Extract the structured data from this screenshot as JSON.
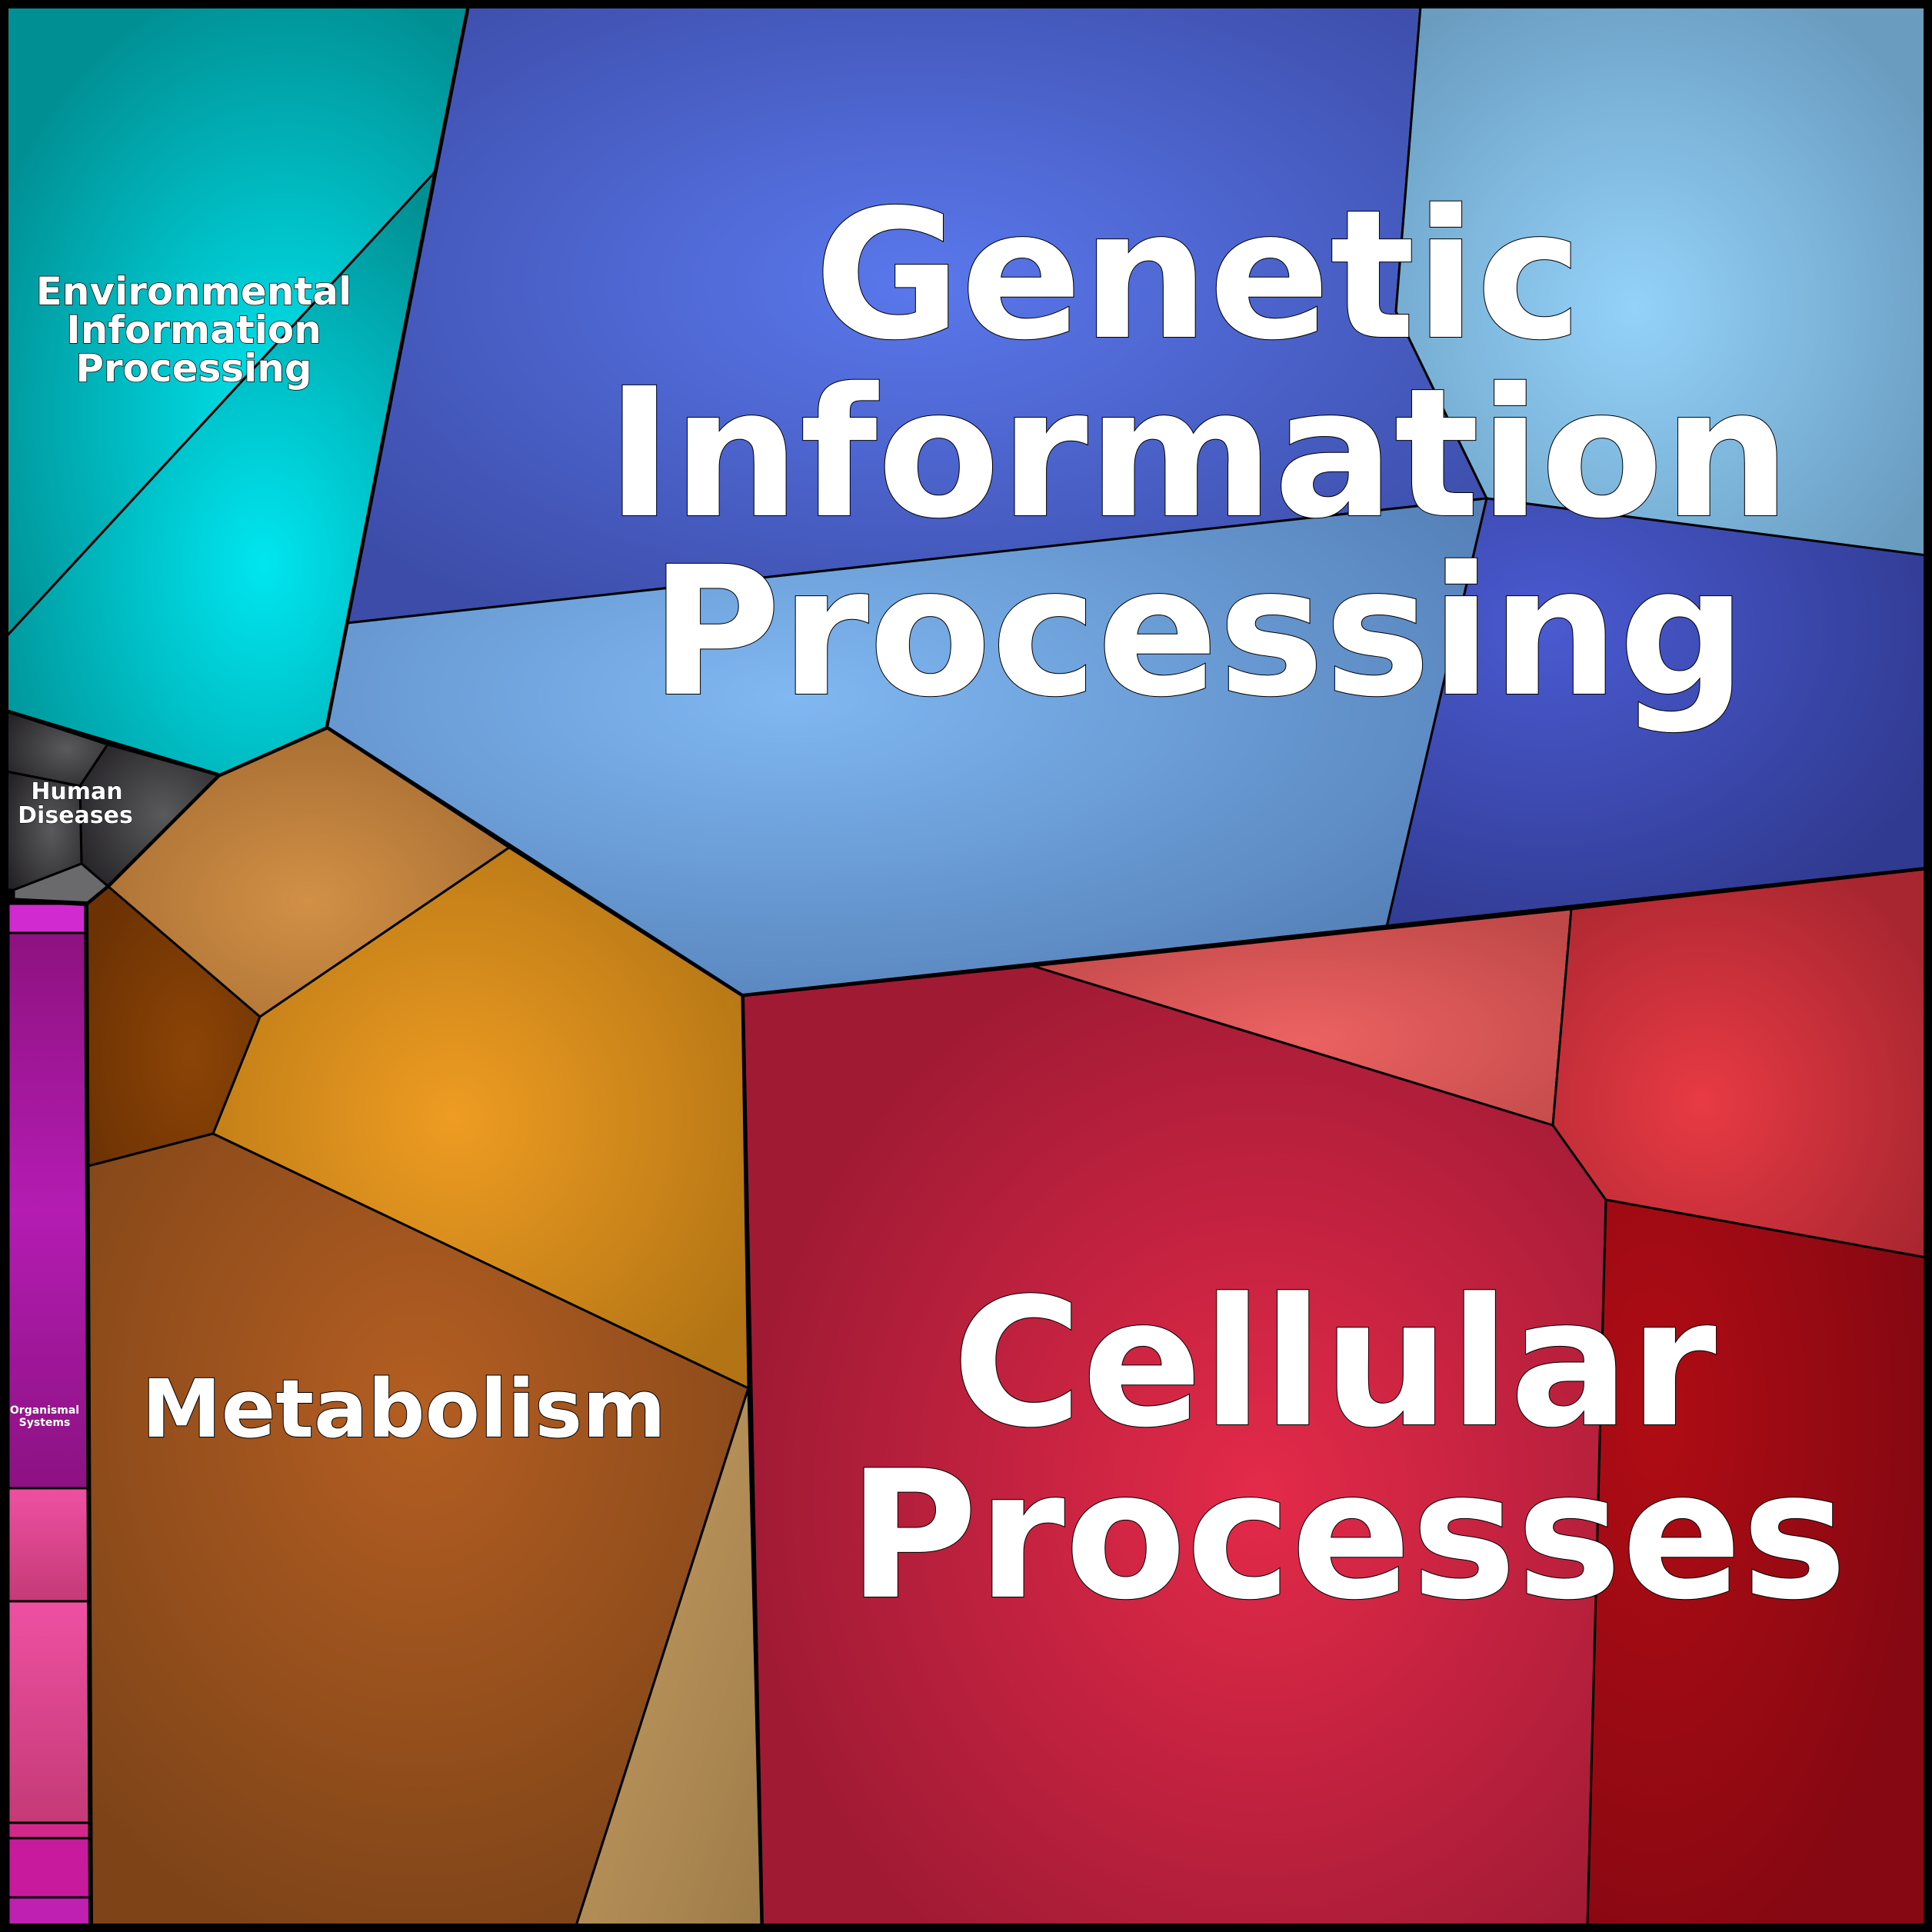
{
  "labels": {
    "genetic": [
      "Genetic",
      "Information",
      "Processing"
    ],
    "cellular": [
      "Cellular",
      "Processes"
    ],
    "metabolism": [
      "Metabolism"
    ],
    "environmental": [
      "Environmental",
      "Information",
      "Processing"
    ],
    "human": [
      "Human",
      "Diseases"
    ],
    "organismal": [
      "Organismal",
      "Systems"
    ]
  },
  "colors": {
    "genetic_dark": "#4350b0",
    "genetic_light": "#6fa0d6",
    "genetic_sky": "#8ccaf4",
    "cellular_red": "#c82038",
    "cellular_light": "#e45a5a",
    "cellular_dark": "#9a0a12",
    "metabolism_orange": "#e0901c",
    "metabolism_brown": "#9a5020",
    "metabolism_tan": "#b89058",
    "environmental_teal": "#00b4c4",
    "human_gray": "#3a3a3c",
    "organismal_magenta": "#b020b0",
    "organismal_pink": "#e84a90"
  }
}
